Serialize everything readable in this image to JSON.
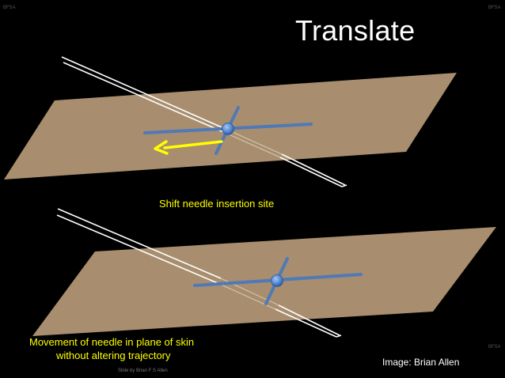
{
  "slide": {
    "title": "Translate",
    "caption_top": "Shift needle insertion site",
    "caption_bottom_line1": "Movement of needle in plane of skin",
    "caption_bottom_line2": "without altering trajectory",
    "image_credit": "Image: Brian Allen",
    "slide_credit": "Slide by Brian F S Allen",
    "watermark": "BFSA"
  },
  "colors": {
    "background": "#000000",
    "skin_plane": "#a88e6e",
    "axis_blue": "#4f79b7",
    "marker_blue": "#5b8fd6",
    "arrow_yellow": "#ffff00",
    "needle_white": "#ffffff",
    "caption_text": "#ffff00"
  }
}
